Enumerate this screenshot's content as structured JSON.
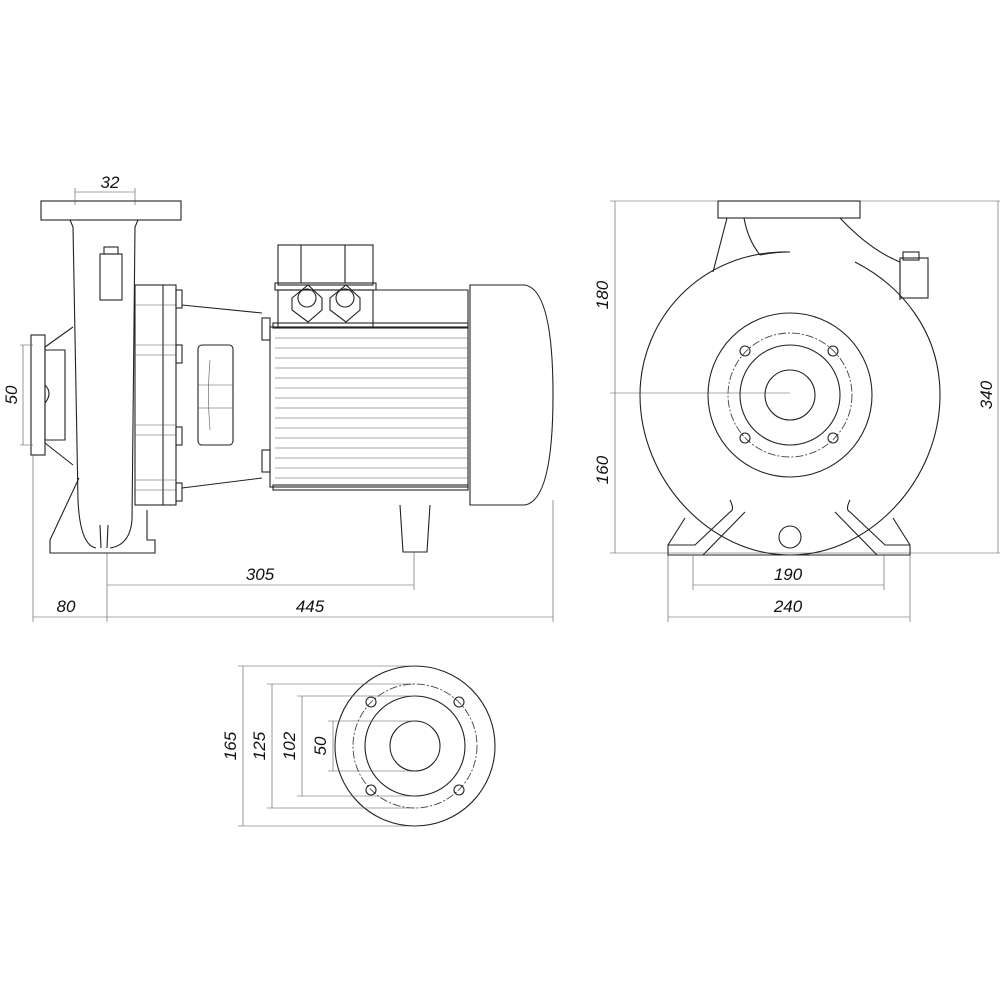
{
  "title": "Pump dimensional drawing",
  "side_view": {
    "dim_discharge_dn": "32",
    "dim_suction_dn": "50",
    "dim_foot_to_motor_foot": "305",
    "dim_suction_to_foot": "80",
    "dim_foot_to_end": "445"
  },
  "front_view": {
    "dim_upper_height": "180",
    "dim_lower_height": "160",
    "dim_total_height": "340",
    "dim_foot_bolt_spacing": "190",
    "dim_foot_width": "240"
  },
  "flange_view": {
    "dim_outer": "165",
    "dim_bolt_circle": "125",
    "dim_raised_face": "102",
    "dim_bore": "50"
  }
}
